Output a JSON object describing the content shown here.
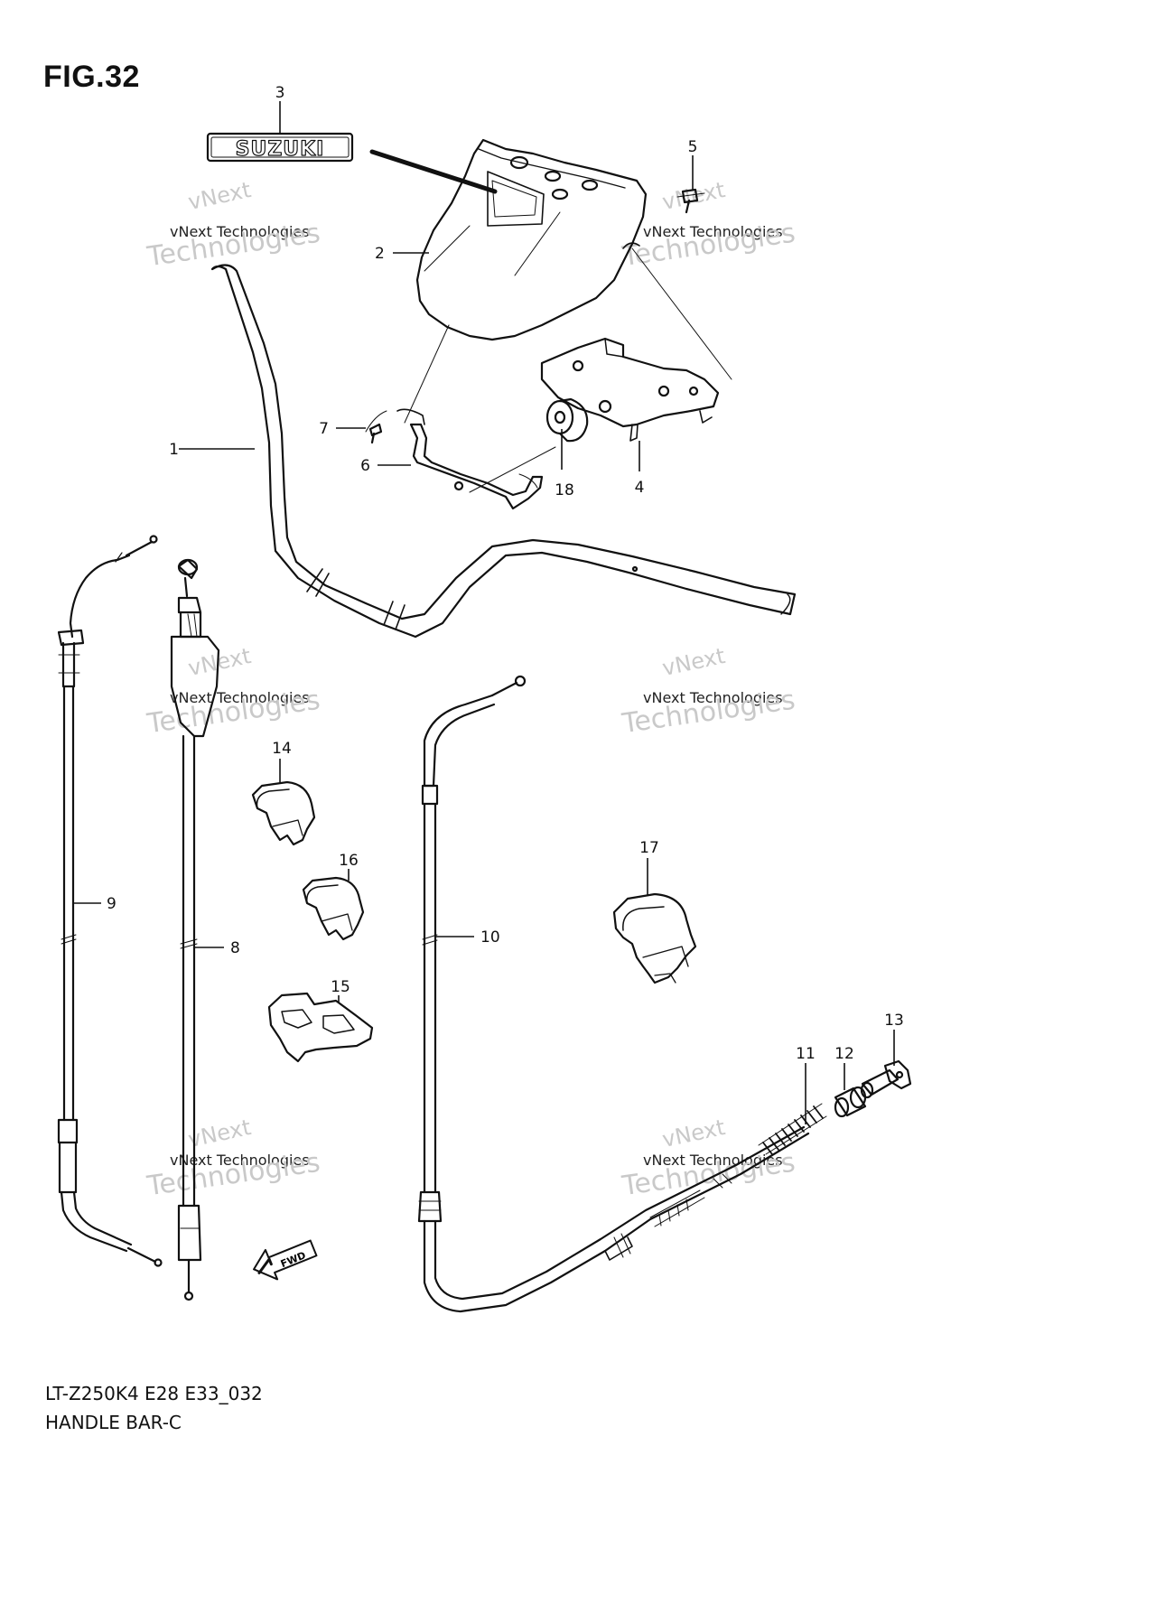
{
  "figure": {
    "title": "FIG.32",
    "model_code": "LT-Z250K4 E28 E33_032",
    "assembly_name": "HANDLE BAR-C",
    "badge_text": "SUZUKI",
    "fwd_text": "FWD"
  },
  "watermark": {
    "brand": "vNext",
    "company": "vNext Technologies",
    "word": "Technologies"
  },
  "callouts": [
    {
      "id": "1"
    },
    {
      "id": "2"
    },
    {
      "id": "3"
    },
    {
      "id": "4"
    },
    {
      "id": "5"
    },
    {
      "id": "6"
    },
    {
      "id": "7"
    },
    {
      "id": "8"
    },
    {
      "id": "9"
    },
    {
      "id": "10"
    },
    {
      "id": "11"
    },
    {
      "id": "12"
    },
    {
      "id": "13"
    },
    {
      "id": "14"
    },
    {
      "id": "15"
    },
    {
      "id": "16"
    },
    {
      "id": "17"
    },
    {
      "id": "18"
    }
  ],
  "colors": {
    "line": "#111111",
    "watermark": "#c9c9c9",
    "background": "#ffffff"
  }
}
